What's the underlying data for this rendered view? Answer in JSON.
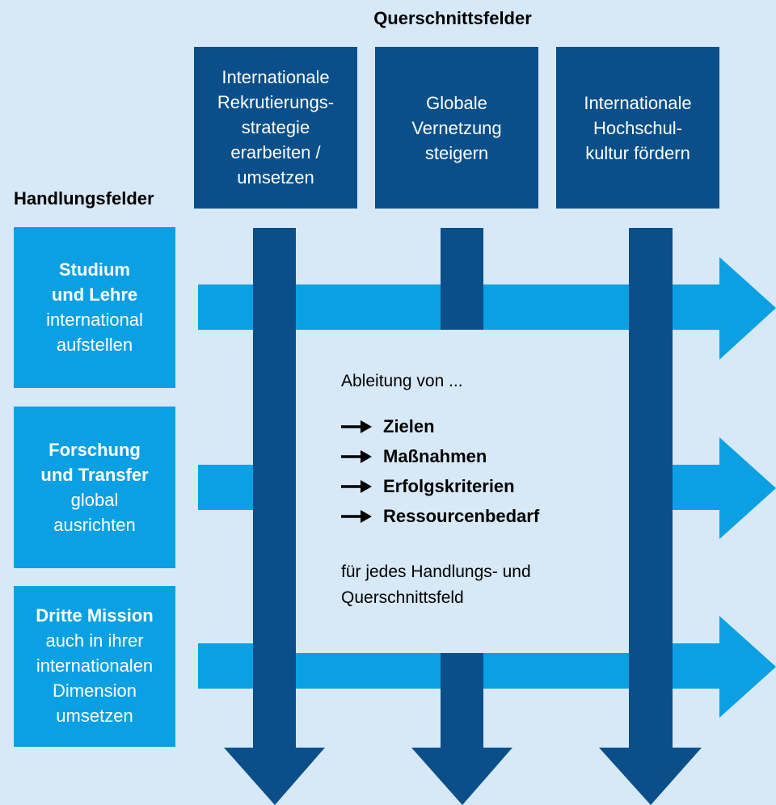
{
  "headings": {
    "querschnitt": "Querschnittsfelder",
    "handlung": "Handlungsfelder"
  },
  "querschnittsfelder": [
    {
      "lines": [
        "Internationale",
        "Rekrutierungs-",
        "strategie",
        "erarbeiten /",
        "umsetzen"
      ]
    },
    {
      "lines": [
        "Globale",
        "Vernetzung",
        "steigern"
      ]
    },
    {
      "lines": [
        "Internationale",
        "Hochschul-",
        "kultur fördern"
      ]
    }
  ],
  "handlungsfelder": [
    {
      "bold": [
        "Studium",
        "und Lehre"
      ],
      "normal": [
        "international",
        "aufstellen"
      ]
    },
    {
      "bold": [
        "Forschung",
        "und Transfer"
      ],
      "normal": [
        "global",
        "ausrichten"
      ]
    },
    {
      "bold": [
        "Dritte Mission"
      ],
      "normal": [
        "auch in ihrer",
        "internationalen",
        "Dimension",
        "umsetzen"
      ]
    }
  ],
  "center": {
    "intro": "Ableitung von ...",
    "items": [
      "Zielen",
      "Maßnahmen",
      "Erfolgskriterien",
      "Ressourcenbedarf"
    ],
    "footer_line1": "für jedes Handlungs- und",
    "footer_line2": "Querschnittsfeld"
  },
  "colors": {
    "background": "#d7e8f7",
    "dark_blue": "#0b4f8a",
    "light_blue": "#0aa0e3",
    "center_panel": "#d7e8f7"
  },
  "icons": {
    "bullet": "right-arrow-icon"
  }
}
